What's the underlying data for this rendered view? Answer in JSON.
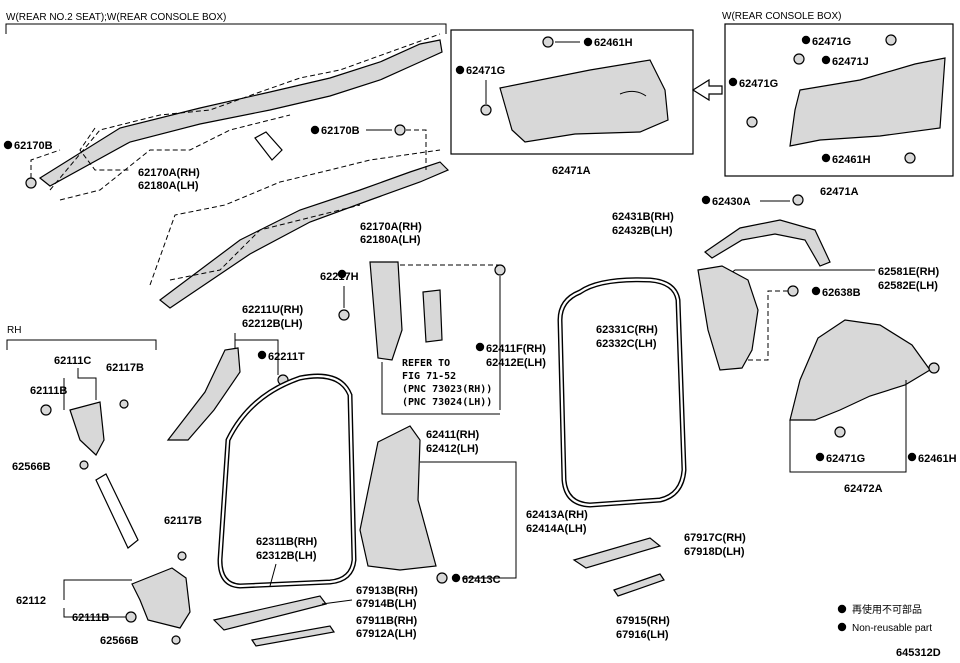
{
  "headers": {
    "top_left": "W(REAR NO.2 SEAT);W(REAR CONSOLE BOX)",
    "top_right": "W(REAR CONSOLE BOX)",
    "rh": "RH"
  },
  "reference": {
    "line1": "REFER TO",
    "line2": "FIG 71-52",
    "line3": "(PNC 73023(RH))",
    "line4": "(PNC 73024(LH))"
  },
  "labels": {
    "p62170b_left": "62170B",
    "p62170a_1": "62170A(RH)",
    "p62180a_1": "62180A(LH)",
    "p62170b_mid": "62170B",
    "p62170a_2": "62170A(RH)",
    "p62180a_2": "62180A(LH)",
    "p62461h_a": "62461H",
    "p62471g_a": "62471G",
    "p62471a_a": "62471A",
    "p62471g_b1": "62471G",
    "p62471j": "62471J",
    "p62471g_b2": "62471G",
    "p62461h_b": "62461H",
    "p62471a_b": "62471A",
    "p62430a": "62430A",
    "p62431b": "62431B(RH)",
    "p62432b": "62432B(LH)",
    "p62581e": "62581E(RH)",
    "p62582e": "62582E(LH)",
    "p62638b": "62638B",
    "p62217h": "62217H",
    "p62211u": "62211U(RH)",
    "p62212b": "62212B(LH)",
    "p62211t": "62211T",
    "p62411f": "62411F(RH)",
    "p62412e": "62412E(LH)",
    "p62411": "62411(RH)",
    "p62412": "62412(LH)",
    "p62331c": "62331C(RH)",
    "p62332c": "62332C(LH)",
    "p62471g_c": "62471G",
    "p62461h_c": "62461H",
    "p62472a": "62472A",
    "p62111c": "62111C",
    "p62117b_a": "62117B",
    "p62111b_a": "62111B",
    "p62566b_a": "62566B",
    "p62117b_b": "62117B",
    "p62112": "62112",
    "p62111b_b": "62111B",
    "p62566b_b": "62566B",
    "p62311b": "62311B(RH)",
    "p62312b": "62312B(LH)",
    "p62413a": "62413A(RH)",
    "p62414a": "62414A(LH)",
    "p62413c": "62413C",
    "p67913b": "67913B(RH)",
    "p67914b": "67914B(LH)",
    "p67911b": "67911B(RH)",
    "p67912a": "67912A(LH)",
    "p67917c": "67917C(RH)",
    "p67918d": "67918D(LH)",
    "p67915": "67915(RH)",
    "p67916": "67916(LH)"
  },
  "legend": {
    "reusable_jp": "再使用不可部品",
    "non_reusable": "Non-reusable part",
    "marker_icon": "filled-circle-icon"
  },
  "diagram_code": "645312D"
}
